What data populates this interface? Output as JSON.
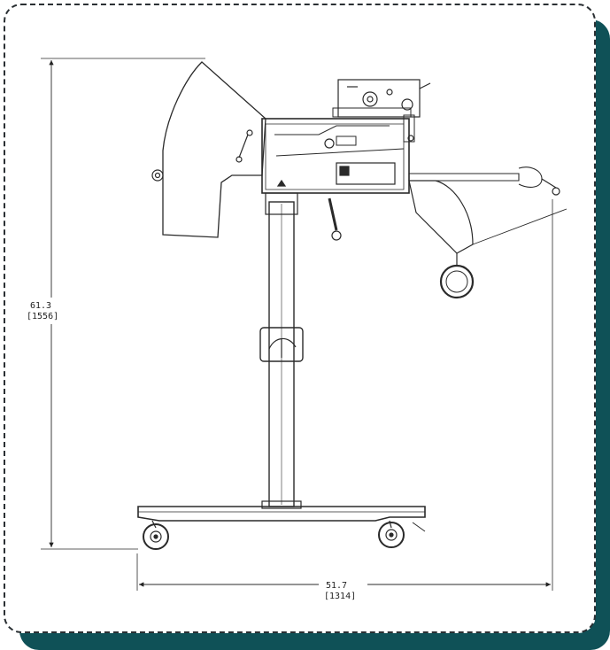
{
  "drawing": {
    "height_dim": {
      "value": "61.3",
      "metric": "[1556]"
    },
    "width_dim": {
      "value": "51.7",
      "metric": "[1314]"
    }
  },
  "colors": {
    "frame": "#0f5157",
    "line": "#2a2a2a"
  }
}
